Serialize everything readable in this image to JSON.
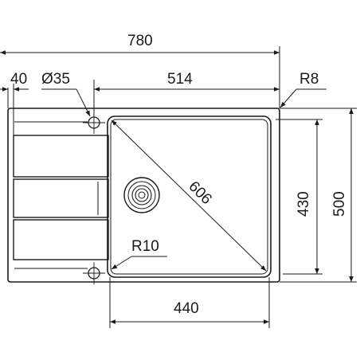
{
  "dimensions": {
    "overall_width": "780",
    "drainer_offset": "40",
    "tap_hole": "Ø35",
    "bowl_outer_width": "514",
    "outer_corner_radius": "R8",
    "bowl_diagonal": "606",
    "bowl_depth": "430",
    "overall_depth": "500",
    "inner_corner_radius": "R10",
    "bowl_inner_width": "440"
  }
}
